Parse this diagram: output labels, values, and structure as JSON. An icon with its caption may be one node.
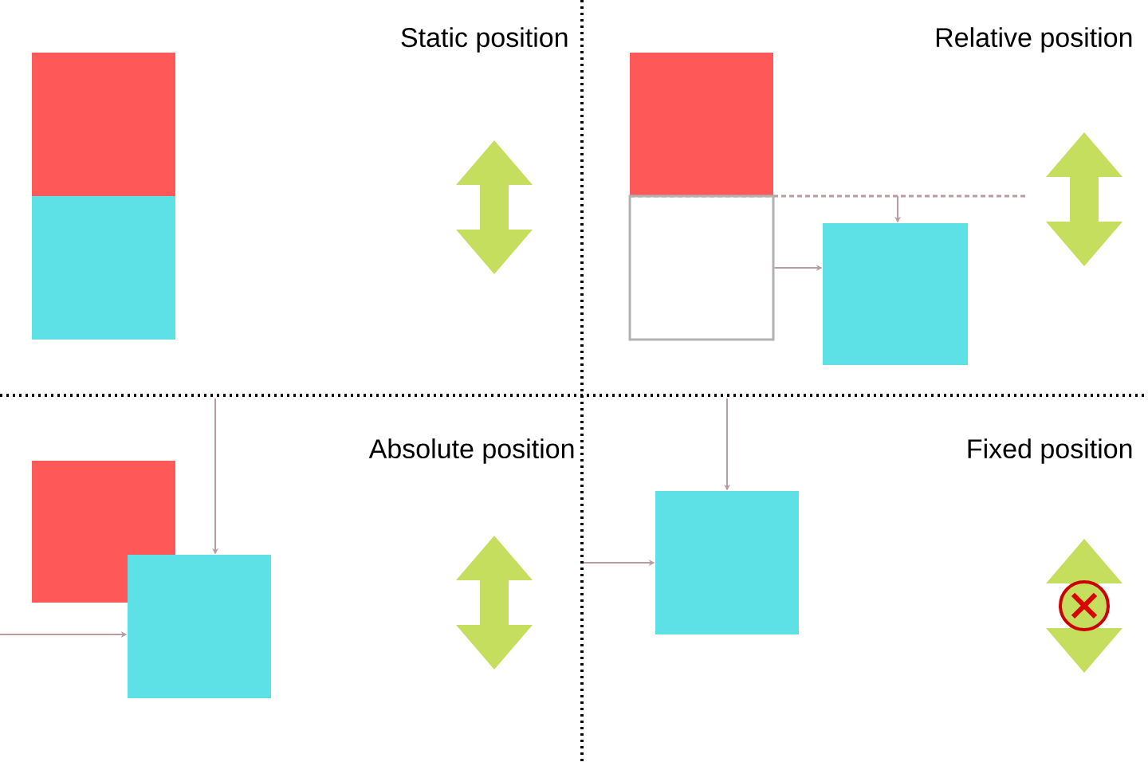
{
  "diagram": {
    "nodes": [
      {
        "text": [],
        "shape": "box"
      },
      {
        "text": [],
        "shape": "box"
      },
      {
        "text": [],
        "shape": "box"
      },
      {
        "text": [],
        "shape": "box"
      },
      {
        "text": [],
        "shape": "box"
      },
      {
        "text": [],
        "shape": "box"
      },
      {
        "text": [],
        "shape": "box"
      },
      {
        "text": [],
        "shape": "box"
      }
    ],
    "edges": [
      {
        "from": null,
        "to": 4,
        "arrow": "to"
      },
      {
        "from": 3,
        "to": 4,
        "arrow": "to"
      },
      {
        "from": null,
        "to": 6,
        "arrow": "to"
      },
      {
        "from": null,
        "to": 6,
        "arrow": "to"
      },
      {
        "from": null,
        "to": 7,
        "arrow": "to"
      },
      {
        "from": null,
        "to": 7,
        "arrow": "to"
      }
    ],
    "labels": [
      "Static position",
      "Relative position",
      "Absolute position",
      "Fixed position"
    ]
  }
}
